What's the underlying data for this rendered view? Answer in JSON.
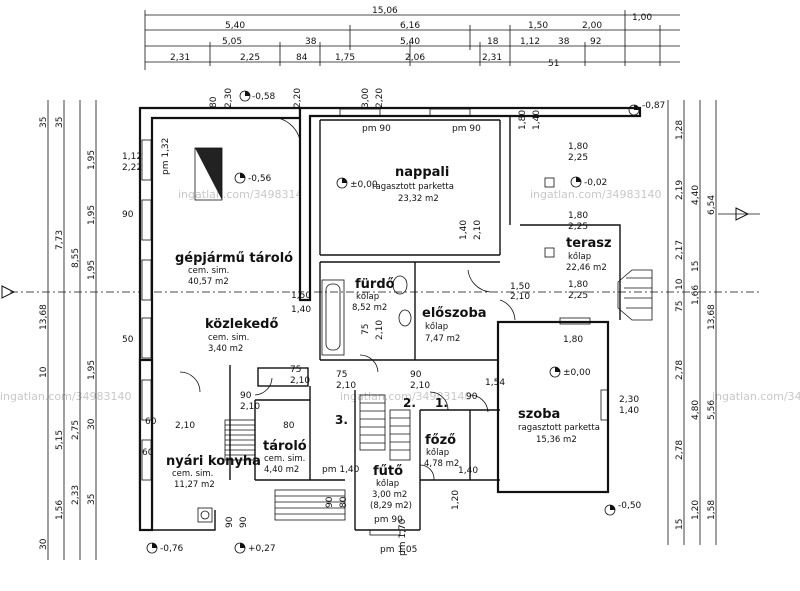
{
  "watermark": "ingatlan.com/34983140",
  "top_dims": {
    "total": "15,06",
    "row1": [
      "5,40",
      "6,16",
      "1,50",
      "2,00",
      "1,00"
    ],
    "row2": [
      "5,05",
      "38",
      "5,40",
      "18",
      "1,12",
      "38",
      "92"
    ],
    "row3": [
      "2,31",
      "2,25",
      "84",
      "1,75",
      "2,06",
      "2,31",
      "51"
    ]
  },
  "left_dims": [
    "35",
    "35",
    "1,95",
    "1,95",
    "1,95",
    "1,95",
    "7,73",
    "8,55",
    "13,68",
    "5,15",
    "2,75",
    "2,33",
    "1,56",
    "35",
    "30",
    "10",
    "30"
  ],
  "right_dims": [
    "1,28",
    "2,19",
    "4,40",
    "6,54",
    "2,17",
    "15",
    "1,66",
    "10",
    "75",
    "2,78",
    "4,80",
    "5,56",
    "13,68",
    "2,78",
    "1,20",
    "1,58",
    "15"
  ],
  "levels": [
    "-0,58",
    "±0,00",
    "-0,56",
    "-0,02",
    "-0,87",
    "±0,00",
    "-0,50",
    "-0,76",
    "+0,27"
  ],
  "rooms": {
    "garage": {
      "name": "gépjármű tároló",
      "floor": "cem. sim.",
      "area": "40,57 m2"
    },
    "living": {
      "name": "nappali",
      "floor": "ragasztott parketta",
      "area": "23,32 m2"
    },
    "bath": {
      "name": "fürdő",
      "floor": "kőlap",
      "area": "8,52 m2"
    },
    "hall": {
      "name": "előszoba",
      "floor": "kőlap",
      "area": "7,47 m2"
    },
    "terrace": {
      "name": "terasz",
      "floor": "kőlap",
      "area": "22,46 m2"
    },
    "corridor": {
      "name": "közlekedő",
      "floor": "cem. sim.",
      "area": "3,40 m2"
    },
    "kitchen": {
      "name": "nyári konyha",
      "floor": "cem. sim.",
      "area": "11,27 m2"
    },
    "storage": {
      "name": "tároló",
      "floor": "cem. sim.",
      "area": "4,40 m2"
    },
    "boiler": {
      "name": "fűtő",
      "floor": "kőlap",
      "area": "3,00 m2",
      "extra": "(8,29 m2)"
    },
    "cook": {
      "name": "főző",
      "floor": "kőlap",
      "area": "4,78 m2"
    },
    "room": {
      "name": "szoba",
      "floor": "ragasztott parketta",
      "area": "15,36 m2"
    }
  },
  "numbers": [
    "3.",
    "2.",
    "1."
  ],
  "openings": [
    "pm 1,32",
    "pm 90",
    "pm 90",
    "1,40",
    "2,10",
    "1,80",
    "2,25",
    "1,80",
    "2,25",
    "1,80",
    "2,25",
    "1,50",
    "2,10",
    "1,50",
    "1,40",
    "75",
    "2,10",
    "75",
    "2,10",
    "75",
    "2,10",
    "90",
    "2,10",
    "90",
    "2,10",
    "80",
    "2,10",
    "1,54",
    "2,30",
    "1,40",
    "1,80",
    "1,40",
    "pm 90",
    "pm 1,40",
    "pm 1,05",
    "pm 1,70",
    "1,20",
    "90",
    "90",
    "90",
    "80",
    "60",
    "60",
    "2,30",
    "80",
    "2,20",
    "3,00",
    "2,20",
    "1,80",
    "1,40",
    "1,12",
    "2,22",
    "90",
    "50",
    "90",
    "90",
    "10"
  ],
  "colors": {
    "line": "#111111",
    "watermark": "#c8c8c8"
  }
}
